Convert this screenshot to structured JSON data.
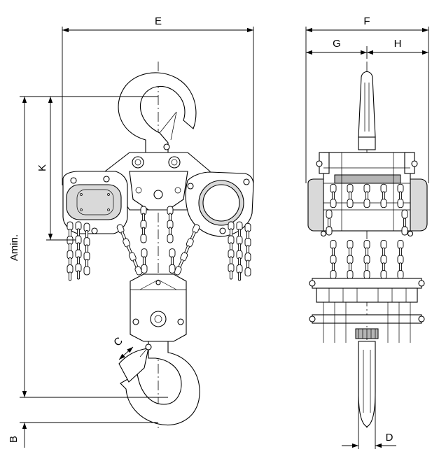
{
  "labels": {
    "E": "E",
    "F": "F",
    "G": "G",
    "H": "H",
    "K": "K",
    "Amin": "Amin.",
    "B": "B",
    "C": "C",
    "D": "D"
  }
}
